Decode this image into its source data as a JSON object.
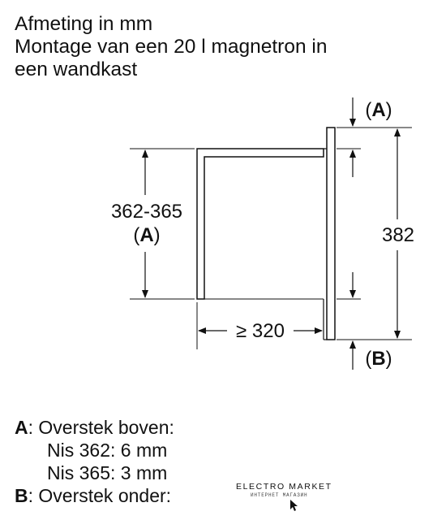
{
  "title": {
    "line1": "Afmeting in mm",
    "line2": "Montage van een 20 l magnetron in",
    "line3": "een wandkast"
  },
  "dimensions": {
    "height_range": "362-365",
    "height_ref": "A",
    "overall_height": "382",
    "min_depth": "≥ 320",
    "top_ref": "A",
    "bottom_ref": "B"
  },
  "legend": {
    "a_letter": "A",
    "a_label": ": Overstek boven:",
    "nis362": "Nis 362: 6 mm",
    "nis365": "Nis 365: 3 mm",
    "b_letter": "B",
    "b_label": ": Overstek onder:"
  },
  "logo": {
    "brand": "ELECTRO MARKET",
    "tagline": "ИНТЕРНЕТ МАГАЗИН"
  }
}
